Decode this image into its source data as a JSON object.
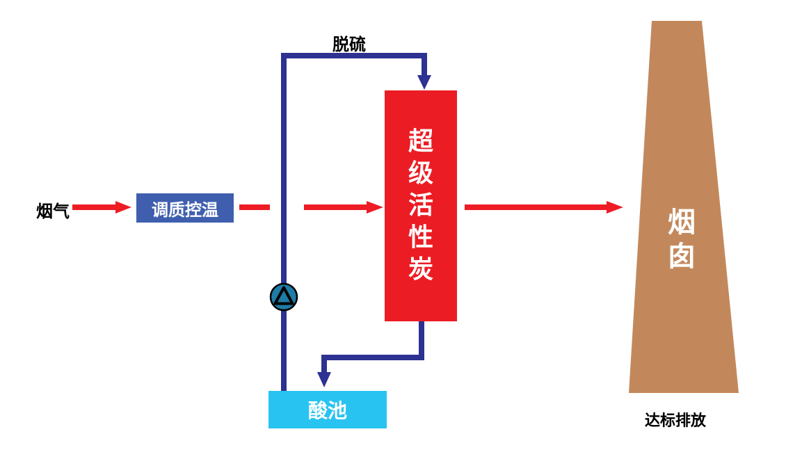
{
  "nodes": {
    "flue_gas": {
      "label": "烟气"
    },
    "desulfurization": {
      "label": "脱硫"
    },
    "conditioning": {
      "label": "调质控温",
      "bg": "#3f5fae"
    },
    "carbon": {
      "label": "超级活性炭",
      "bg": "#ec1c24"
    },
    "acid_pool": {
      "label": "酸池",
      "bg": "#29c3f1"
    },
    "chimney": {
      "label": "烟囱",
      "fill": "#c2885c"
    },
    "emission": {
      "label": "达标排放"
    }
  },
  "edges": [
    {
      "from": "烟气",
      "to": "调质控温",
      "style": "red-arrow"
    },
    {
      "from": "调质控温",
      "to": "超级活性炭",
      "style": "red-arrow"
    },
    {
      "from": "超级活性炭",
      "to": "烟囱",
      "style": "red-arrow"
    },
    {
      "from": "超级活性炭",
      "to": "酸池",
      "style": "blue-pipe"
    },
    {
      "from": "酸池",
      "to": "超级活性炭",
      "style": "blue-pipe",
      "via": "泵",
      "label": "脱硫"
    }
  ],
  "icons": {
    "pump": "circle-with-triangle"
  },
  "colors": {
    "arrow_red": "#ee1c25",
    "pipe_blue": "#2d3192",
    "pump_fill": "#1f7ca6",
    "box_text": "#ffffff",
    "label_text": "#000000",
    "background": "#ffffff"
  }
}
